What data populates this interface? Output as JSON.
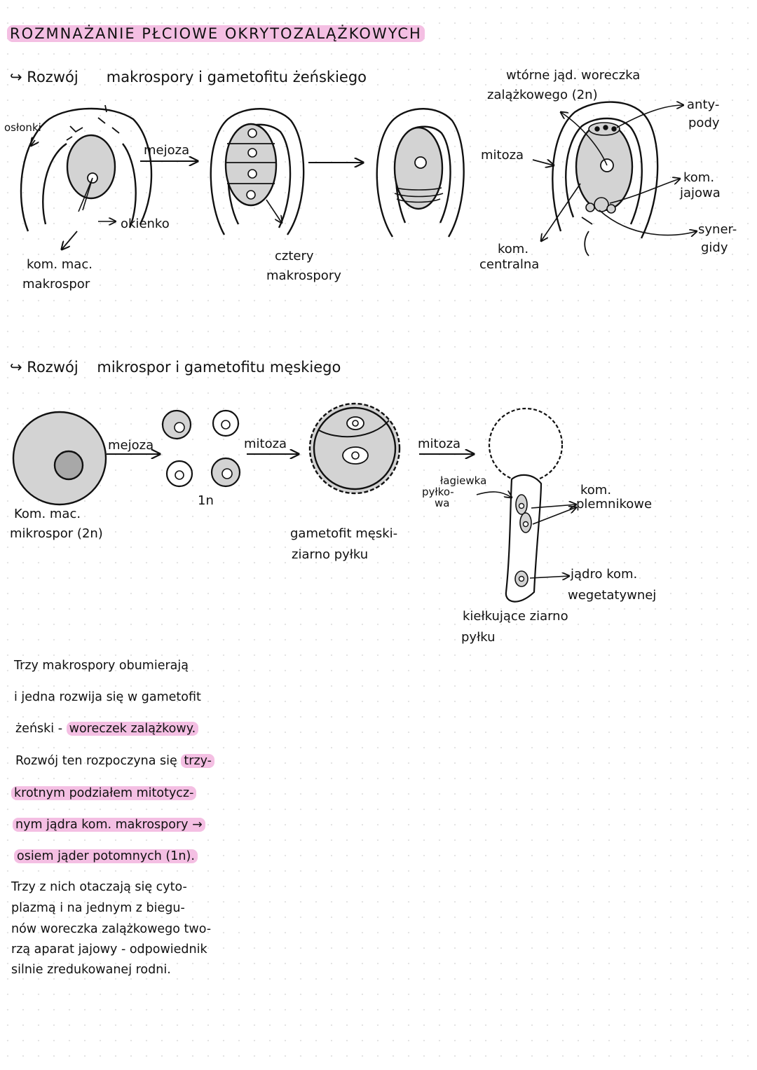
{
  "title": "ROZMNAŻANIE PŁCIOWE OKRYTOZALĄŻKOWYCH",
  "female": {
    "heading_a": "Rozwój",
    "heading_b": "makrospory i gametofitu żeńskiego",
    "label_osłonki": "osłonki",
    "label_okienko": "okienko",
    "label_mejoza": "mejoza",
    "label_kom_mac_1": "kom. mac.",
    "label_kom_mac_2": "makrospor",
    "label_cztery_1": "cztery",
    "label_cztery_2": "makrospory",
    "label_wtorne_1": "wtórne jąd. woreczka",
    "label_wtorne_2": "zalążkowego (2n)",
    "label_mitoza": "mitoza",
    "label_antypody_1": "anty-",
    "label_antypody_2": "pody",
    "label_kom_jajowa_1": "kom.",
    "label_kom_jajowa_2": "jajowa",
    "label_synergidy_1": "syner-",
    "label_synergidy_2": "gidy",
    "label_kom_centralna_1": "kom.",
    "label_kom_centralna_2": "centralna"
  },
  "male": {
    "heading_a": "Rozwój",
    "heading_b": "mikrospor i gametofitu męskiego",
    "label_mejoza": "mejoza",
    "label_1n": "1n",
    "label_mitoza_1": "mitoza",
    "label_mitoza_2": "mitoza",
    "label_kom_mac_1": "Kom. mac.",
    "label_kom_mac_2": "mikrospor (2n)",
    "label_gametofit_1": "gametofit męski-",
    "label_gametofit_2": "ziarno pyłku",
    "label_lagiewka_1": "łagiewka",
    "label_lagiewka_2": "pyłko-",
    "label_lagiewka_3": "wa",
    "label_kom_plemnikowe_1": "kom.",
    "label_kom_plemnikowe_2": "plemnikowe",
    "label_jadro_1": "jądro kom.",
    "label_jadro_2": "wegetatywnej",
    "label_kierkujace_1": "kiełkujące ziarno",
    "label_kierkujace_2": "pyłku"
  },
  "notes": {
    "l1": "Trzy makrospory obumierają",
    "l2": "i jedna rozwija się w gametofit",
    "l3_a": "żeński -",
    "l3_b": "woreczek zalążkowy.",
    "l4_a": "Rozwój ten rozpoczyna się",
    "l4_b": "trzy-",
    "l5": "krotnym podziałem mitotycz-",
    "l6": "nym jądra kom. makrospory →",
    "l7": "osiem jąder potomnych (1n).",
    "l8": "Trzy z nich otaczają się cyto-",
    "l9": "plazmą i na jednym z biegu-",
    "l10": "nów woreczka zalążkowego two-",
    "l11": "rzą aparat jajowy - odpowiednik",
    "l12": "silnie zredukowanej rodni."
  },
  "colors": {
    "highlight": "#f4bfe3",
    "fill": "#d3d3d3",
    "ink": "#111111"
  }
}
